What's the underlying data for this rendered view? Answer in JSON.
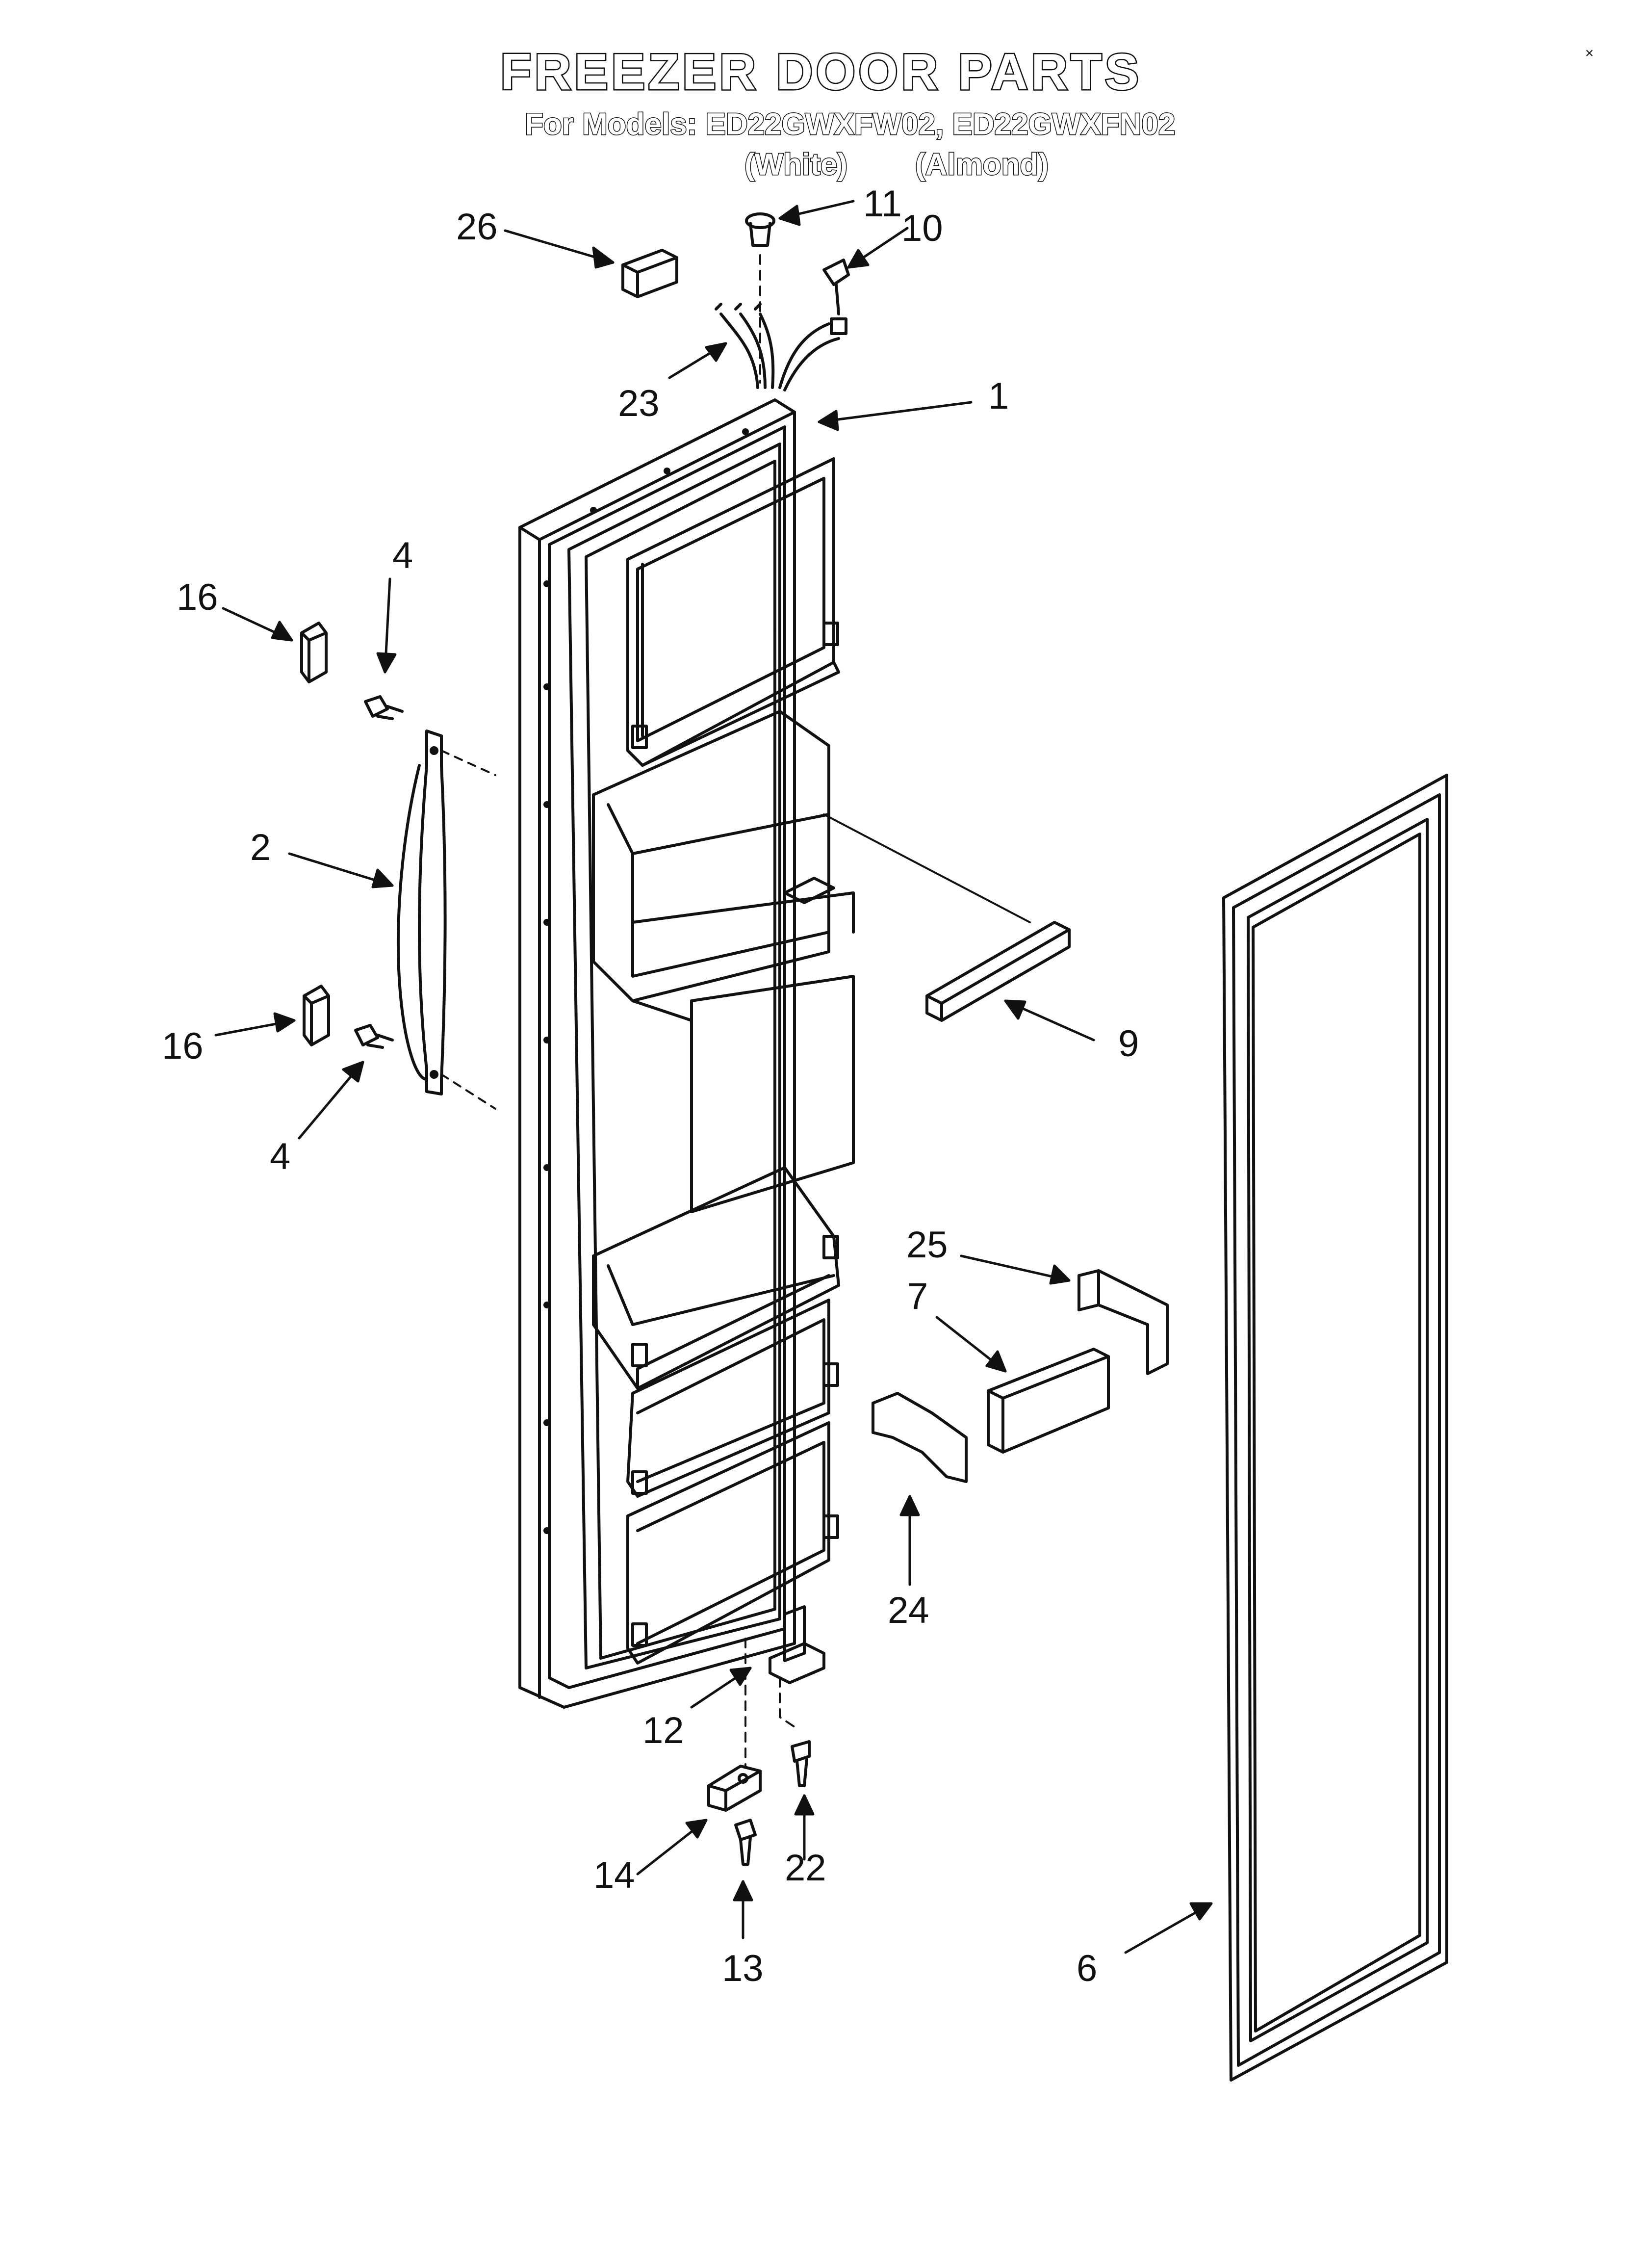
{
  "header": {
    "title": "FREEZER DOOR PARTS",
    "models_line": "For Models: ED22GWXFW02, ED22GWXFN02",
    "variant_white": "(White)",
    "variant_almond": "(Almond)"
  },
  "corner_mark": "×",
  "callouts": {
    "c1": "1",
    "c2": "2",
    "c4a": "4",
    "c4b": "4",
    "c6": "6",
    "c7": "7",
    "c9": "9",
    "c10": "10",
    "c11": "11",
    "c12": "12",
    "c13": "13",
    "c14": "14",
    "c16a": "16",
    "c16b": "16",
    "c22": "22",
    "c23": "23",
    "c24": "24",
    "c25": "25",
    "c26": "26"
  },
  "colors": {
    "ink": "#111111",
    "paper": "#ffffff"
  }
}
